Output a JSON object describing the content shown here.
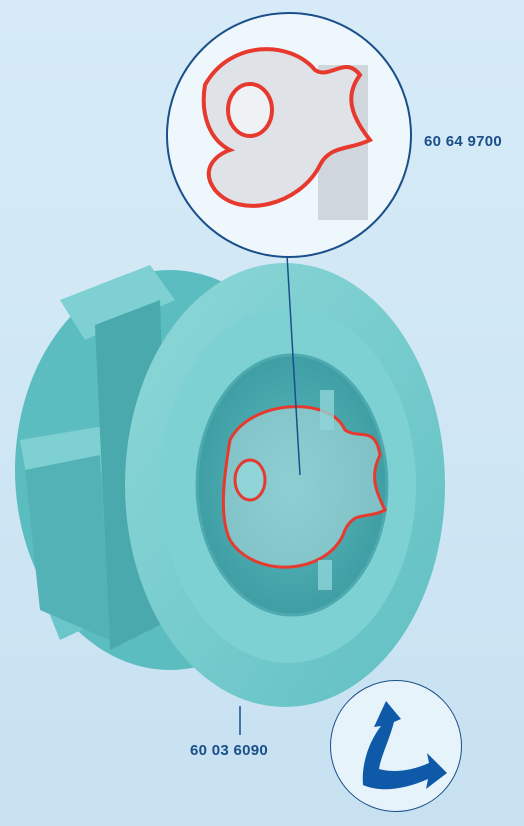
{
  "parts": {
    "top_label": "60 64 9700",
    "bottom_label": "60 03 6090"
  },
  "colors": {
    "background": "#cfe6f4",
    "wheel": "#6cc7c9",
    "wheel_dark": "#3f9fa3",
    "outline_red": "#e8392f",
    "leader_line": "#1b4f8a",
    "arrow": "#0f5aa8"
  },
  "icons": {
    "fish_part": "fish-shaped-insert",
    "nav": "curved-arrow-right"
  }
}
